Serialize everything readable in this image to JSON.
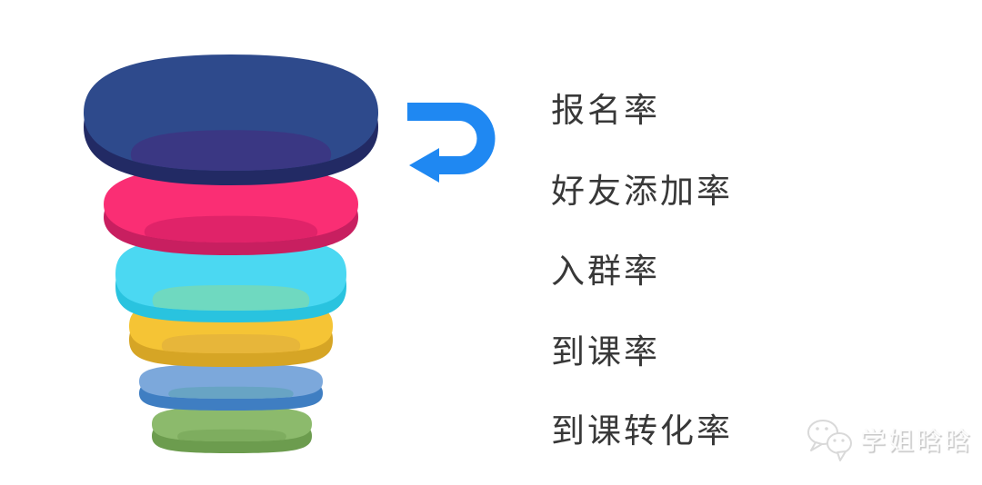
{
  "diagram": {
    "type": "funnel",
    "label_color": "#383838",
    "stages": [
      "报名率",
      "好友添加率",
      "入群率",
      "到课率",
      "到课转化率"
    ],
    "layers": [
      {
        "id": "navy-disc",
        "top_color": "#2e4a8c",
        "side_color": "#222a64",
        "inner_color": "#3a3783"
      },
      {
        "id": "pink-disc",
        "top_color": "#fa2e74",
        "side_color": "#c81f60",
        "inner_color": "#e02369"
      },
      {
        "id": "cyan-layer",
        "top_color": "#4bd8f2",
        "side_color": "#29c3df",
        "inner_color": "#6fd9c0"
      },
      {
        "id": "yellow-layer",
        "top_color": "#f5c435",
        "side_color": "#d6a525",
        "inner_color": "#e7b63a"
      },
      {
        "id": "blue-layer",
        "top_color": "#7ca8db",
        "side_color": "#3f7ec2",
        "inner_color": "#68a4c4"
      },
      {
        "id": "green-layer",
        "top_color": "#8cba6c",
        "side_color": "#6c9c4e",
        "inner_color": "#7ead5f"
      }
    ]
  },
  "arrow": {
    "icon": "u-turn-arrow-icon",
    "color": "#1f88f2"
  },
  "watermark": {
    "icon": "wechat-icon",
    "text": "学姐晗晗",
    "color": "#d9d9d9"
  }
}
